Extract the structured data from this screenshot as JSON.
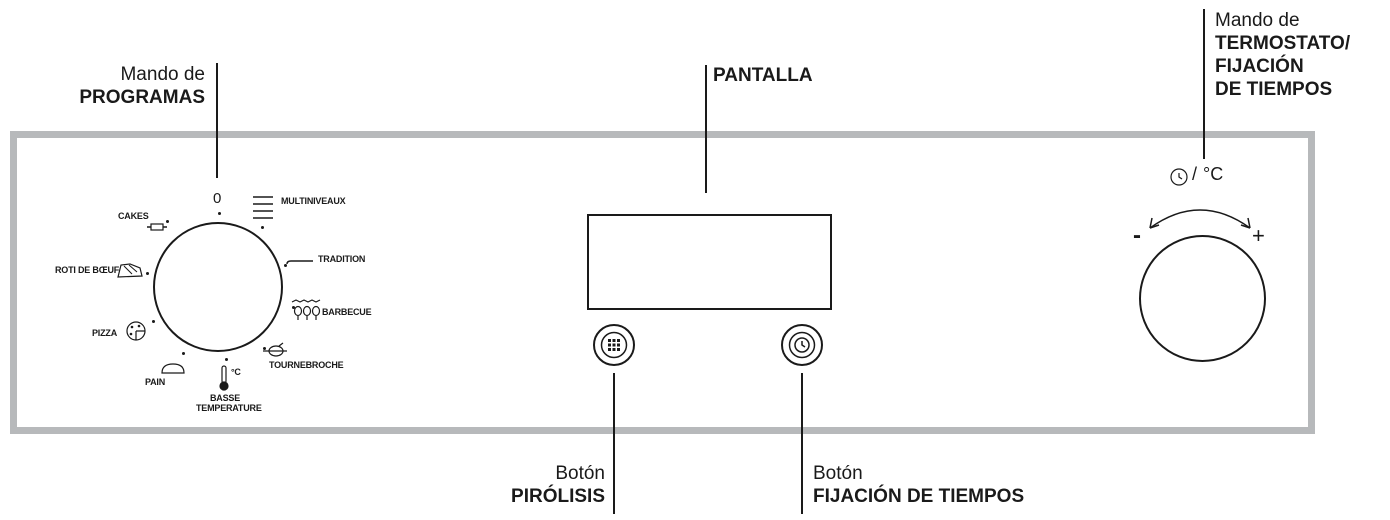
{
  "callouts": {
    "programas": {
      "line1": "Mando de",
      "line2": "PROGRAMAS"
    },
    "pantalla": {
      "line1": "PANTALLA"
    },
    "termostato": {
      "line1": "Mando de",
      "line2": "TERMOSTATO/",
      "line3": "FIJACIÓN",
      "line4": "DE TIEMPOS"
    },
    "pirolisis": {
      "line1": "Botón",
      "line2": "PIRÓLISIS"
    },
    "fijacion": {
      "line1": "Botón",
      "line2": "FIJACIÓN DE TIEMPOS"
    }
  },
  "program_dial": {
    "zero": "0",
    "programs": {
      "multiniveaux": "MULTINIVEAUX",
      "tradition": "TRADITION",
      "barbecue": "BARBECUE",
      "tournebroche": "TOURNEBROCHE",
      "basse_line1": "BASSE",
      "basse_line2": "TEMPERATURE",
      "pain": "PAIN",
      "pizza": "PIZZA",
      "roti": "ROTI DE BŒUF",
      "cakes": "CAKES"
    },
    "temp_unit": "°C"
  },
  "thermostat": {
    "label_sep": "/",
    "label_unit": "°C",
    "minus": "-",
    "plus": "+"
  },
  "icons": {
    "pyrolysis": "grid-dots-icon",
    "timer": "clock-icon"
  }
}
